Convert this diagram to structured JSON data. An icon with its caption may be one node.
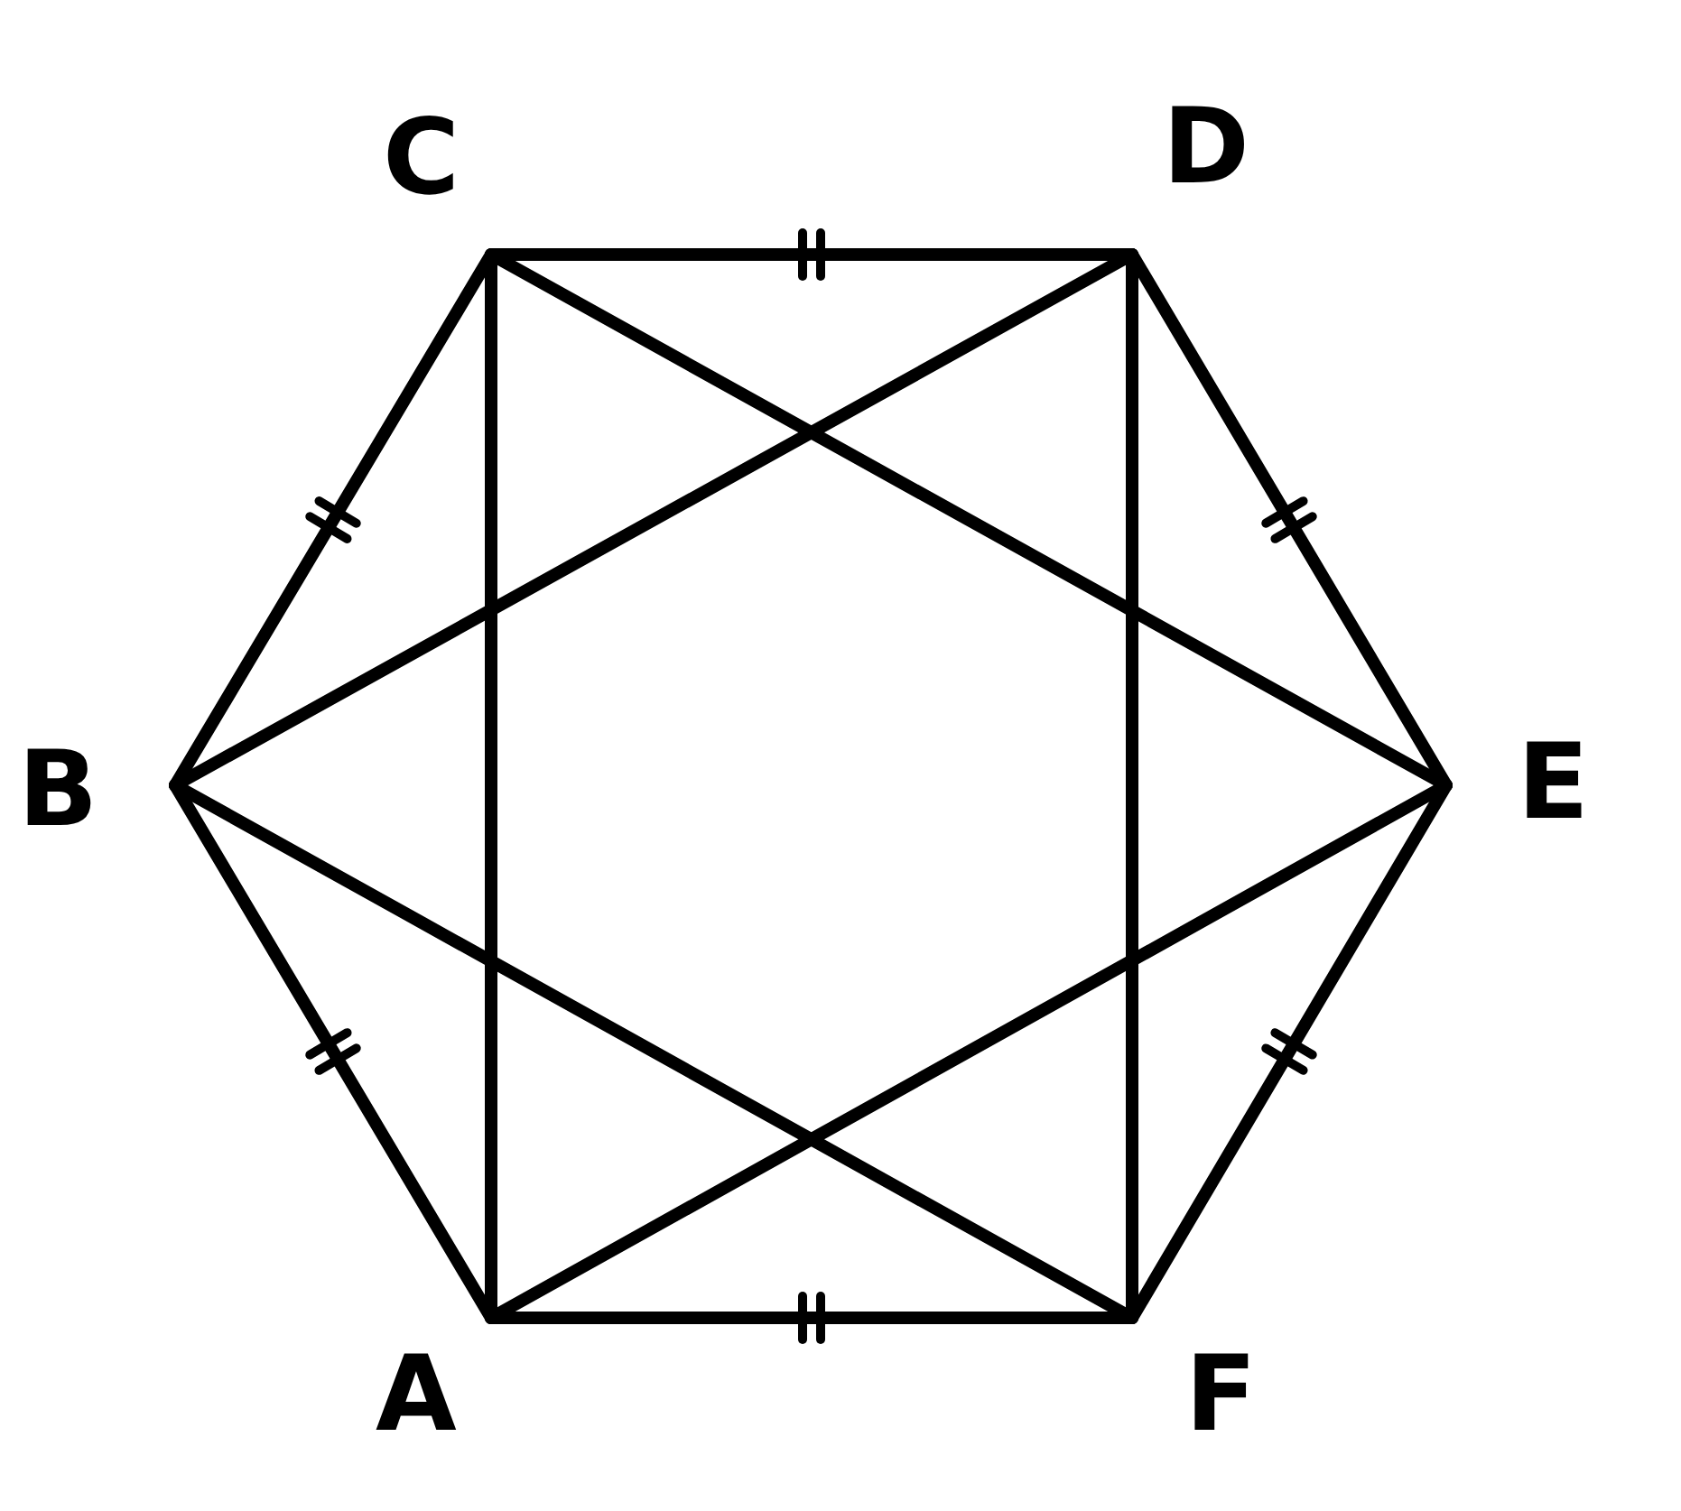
{
  "diagram": {
    "nodes": [
      {
        "text": [
          "C"
        ]
      },
      {
        "text": [
          "D"
        ]
      },
      {
        "text": [
          "B"
        ]
      },
      {
        "text": [
          "E"
        ]
      },
      {
        "text": [
          "A"
        ]
      },
      {
        "text": [
          "F"
        ]
      }
    ],
    "edges": [
      {
        "from": 0,
        "to": 1,
        "arrow": "none"
      },
      {
        "from": 1,
        "to": 3,
        "arrow": "none"
      },
      {
        "from": 3,
        "to": 5,
        "arrow": "none"
      },
      {
        "from": 5,
        "to": 4,
        "arrow": "none"
      },
      {
        "from": 4,
        "to": 2,
        "arrow": "none"
      },
      {
        "from": 2,
        "to": 0,
        "arrow": "none"
      },
      {
        "from": 0,
        "to": 4,
        "arrow": "none"
      },
      {
        "from": 1,
        "to": 5,
        "arrow": "none"
      },
      {
        "from": 0,
        "to": 3,
        "arrow": "none"
      },
      {
        "from": 1,
        "to": 2,
        "arrow": "none"
      },
      {
        "from": 2,
        "to": 5,
        "arrow": "none"
      },
      {
        "from": 4,
        "to": 3,
        "arrow": "none"
      }
    ]
  }
}
